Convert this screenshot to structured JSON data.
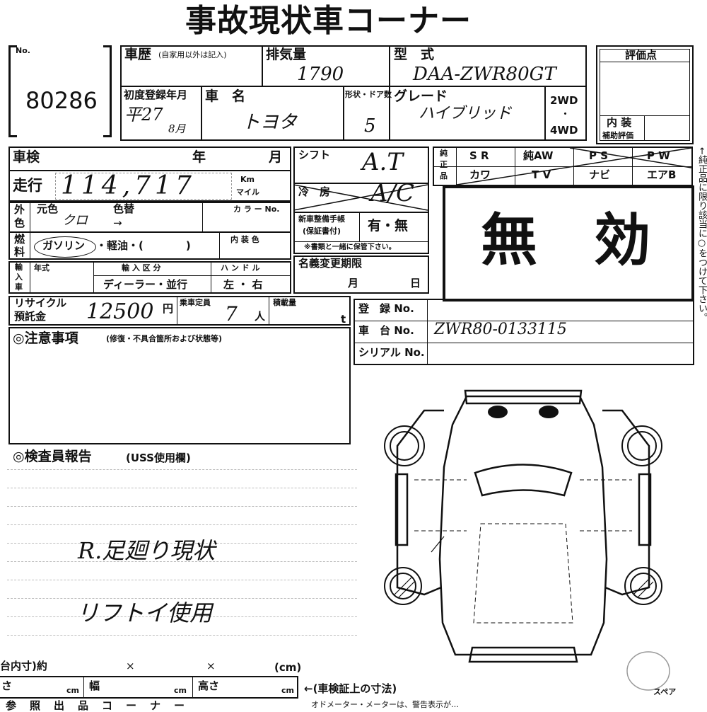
{
  "title": "事故現状車コーナー",
  "no_label": "No.",
  "lot_no": "80286",
  "history": {
    "label": "車歴",
    "note": "(自家用以外は記入)"
  },
  "displacement": {
    "label": "排気量",
    "value": "1790"
  },
  "model": {
    "label": "型　式",
    "value": "DAA-ZWR80GT"
  },
  "first_reg": {
    "label": "初度登録年月",
    "year": "平27",
    "month_label": "8月"
  },
  "car_name": {
    "label": "車　名",
    "value": "トヨタ"
  },
  "doors": {
    "label": "形状・ドア数",
    "value": "5"
  },
  "grade": {
    "label": "グレード",
    "value": "ハイブリッド"
  },
  "drive": {
    "two": "2WD",
    "dot": "・",
    "four": "4WD"
  },
  "rating": {
    "label": "評価点",
    "interior": "内 装",
    "interior_sub": "補助評価"
  },
  "shaken": {
    "label": "車検",
    "year": "年",
    "month": "月"
  },
  "mileage": {
    "label": "走行",
    "value": "114,717",
    "unit_km": "Km",
    "unit_mile": "マイル"
  },
  "shift": {
    "label": "シフト",
    "value": "A.T"
  },
  "aircon": {
    "label": "冷　房",
    "value": "A/C"
  },
  "equip": {
    "label_1": "純",
    "label_2": "正",
    "label_3": "品",
    "row1": [
      "S R",
      "純AW",
      "P S",
      "P W"
    ],
    "row2": [
      "カワ",
      "T V",
      "ナビ",
      "エアB"
    ]
  },
  "invalid_stamp": "無　効",
  "side_note": "←純正品に限り該当に○をつけて下さい。",
  "color": {
    "label_outer": "外",
    "label_inner": "色",
    "orig_label": "元色",
    "orig_value": "クロ",
    "change_label": "色替",
    "change_value": "→",
    "code_label": "カ ラ ー No."
  },
  "manual": {
    "label": "新車整備手帳",
    "sub": "(保証書付)",
    "value": "有・無",
    "note": "※書類と一緒に保管下さい。"
  },
  "fuel": {
    "label_1": "燃",
    "label_2": "料",
    "gasoline": "ガソリン",
    "rest": "・軽油・(　　　　)"
  },
  "interior_color": {
    "label": "内 装 色"
  },
  "import": {
    "label_1": "輸",
    "label_2": "入",
    "label_3": "車",
    "year_label": "年式",
    "kubun_label": "輸 入 区 分",
    "kubun_value": "ディーラー・並行",
    "handle_label": "ハ ン ド ル",
    "handle_value": "左 ・ 右"
  },
  "name_change": {
    "label": "名義変更期限",
    "month": "月",
    "day": "日"
  },
  "recycle": {
    "label_1": "リサイクル",
    "label_2": "預託金",
    "value": "12500",
    "unit": "円"
  },
  "capacity": {
    "label": "乗車定員",
    "value": "7",
    "unit": "人"
  },
  "load": {
    "label": "積載量",
    "unit": "t"
  },
  "registration": {
    "label": "登　録 No."
  },
  "chassis": {
    "label": "車　台 No.",
    "value": "ZWR80-0133115"
  },
  "serial": {
    "label": "シリアル No."
  },
  "caution": {
    "label": "◎注意事項",
    "sub": "(修復・不具合箇所および状態等)"
  },
  "inspector": {
    "label": "◎検査員報告",
    "sub": "(USS使用欄)",
    "note_1": "R.足廻り現状",
    "note_2": "リフトイ使用"
  },
  "bottom": {
    "inner_dim": "台内寸)約",
    "x1": "×",
    "x2": "×",
    "cm": "(cm)",
    "len": "さ",
    "cm1": "cm",
    "width": "幅",
    "cm2": "cm",
    "height": "高さ",
    "cm3": "cm",
    "shaken_dims": "←(車検証上の寸法)",
    "last_row": "参　照　出　品　コ　ー　ナ　ー",
    "last_note": "オドメーター・メーターは、警告表示が…",
    "spare": "スペア"
  }
}
